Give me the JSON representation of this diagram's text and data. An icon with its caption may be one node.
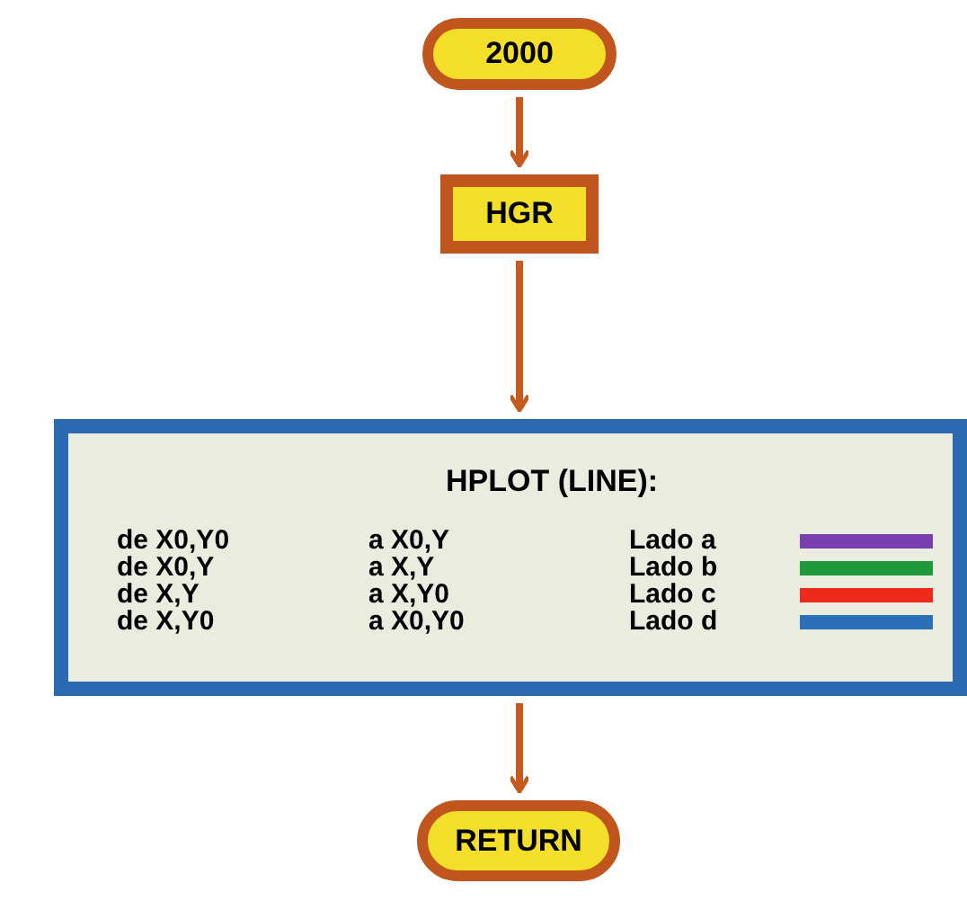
{
  "diagram": {
    "nodes": [
      {
        "text": [
          "2000"
        ]
      },
      {
        "text": [
          "HGR"
        ]
      },
      {
        "text": [
          "HPLOT (LINE):"
        ]
      },
      {
        "text": [
          "RETURN"
        ]
      }
    ],
    "edges": [
      {
        "from": 0,
        "to": 1,
        "arrow": "to"
      },
      {
        "from": 1,
        "to": 2,
        "arrow": "to"
      },
      {
        "from": 2,
        "to": 3,
        "arrow": "to"
      }
    ],
    "labels": [
      "de X0,Y0",
      "a X0,Y",
      "de X0,Y",
      "a X,Y",
      "de X,Y",
      "a X,Y0",
      "de X,Y0",
      "a X0,Y0"
    ],
    "legend": [
      {
        "text": "Lado a",
        "color": "#7a3fae"
      },
      {
        "text": "Lado b",
        "color": "#1f9a3a"
      },
      {
        "text": "Lado c",
        "color": "#ee2a1a"
      },
      {
        "text": "Lado d",
        "color": "#2a6fb8"
      }
    ]
  }
}
